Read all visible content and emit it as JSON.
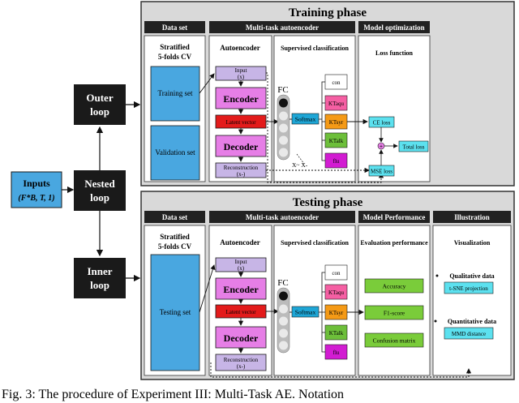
{
  "left": {
    "inputs_line1": "Inputs",
    "inputs_line2": "(F*B, T, 1)",
    "outer_loop": [
      "Outer",
      "loop"
    ],
    "nested_loop": [
      "Nested",
      "loop"
    ],
    "inner_loop": [
      "Inner",
      "loop"
    ]
  },
  "training": {
    "title": "Training phase",
    "headers": [
      "Data set",
      "Multi-task autoencoder",
      "Model optimization"
    ],
    "stratified": [
      "Stratified",
      "5-folds CV"
    ],
    "training_set": "Training set",
    "validation_set": "Validation set",
    "autoencoder": "Autoencoder",
    "input": [
      "Input",
      "(x)"
    ],
    "encoder": "Encoder",
    "latent": "Latent vector",
    "decoder": "Decoder",
    "reconstruction": [
      "Reconstruction",
      "(x-)"
    ],
    "supervised": "Supervised classification",
    "fc": "FC",
    "softmax": "Softmax",
    "classes": [
      "con",
      "KTaqu",
      "KTsyr",
      "KTalk",
      "flu"
    ],
    "loss_function": "Loss function",
    "ce_loss": "CE loss",
    "mse_loss": "MSE loss",
    "total_loss": "Total loss",
    "xx": "X~ X-"
  },
  "testing": {
    "title": "Testing phase",
    "headers": [
      "Data set",
      "Multi-task autoencoder",
      "Model Performance",
      "Illustration"
    ],
    "stratified": [
      "Stratified",
      "5-folds CV"
    ],
    "testing_set": "Testing set",
    "autoencoder": "Autoencoder",
    "input": [
      "Input",
      "(x)"
    ],
    "encoder": "Encoder",
    "latent": "Latent vector",
    "decoder": "Decoder",
    "reconstruction": [
      "Reconstruction",
      "(x-)"
    ],
    "supervised": "Supervised classification",
    "fc": "FC",
    "softmax": "Softmax",
    "classes": [
      "con",
      "KTaqu",
      "KTsyr",
      "KTalk",
      "flu"
    ],
    "eval_perf": "Evaluation performance",
    "metrics": [
      "Accuracy",
      "F1-score",
      "Confusion matrix"
    ],
    "visualization": "Visualization",
    "qualitative": "Qualitative data",
    "tsne": "t-SNE projection",
    "quantitative": "Quantitative data",
    "mmd": "MMD distance"
  },
  "caption": "Fig. 3: The procedure of Experiment III: Multi-Task AE. Notation",
  "colors": {
    "dark": "#1a1a1a",
    "header_bg": "#222222",
    "blue_set": "#49a7e0",
    "pink": "#e67ee6",
    "red": "#e31b1b",
    "input_purple": "#c7b5e6",
    "softmax": "#1ea6d6",
    "con": "#ffffff",
    "ktaqu": "#f55fa3",
    "ktsyr": "#f59a16",
    "ktalk": "#6dbf3a",
    "flu": "#d21cd2",
    "loss": "#5ce1ef",
    "metric": "#7acc3a",
    "phase_bg": "#d9d9d9"
  }
}
